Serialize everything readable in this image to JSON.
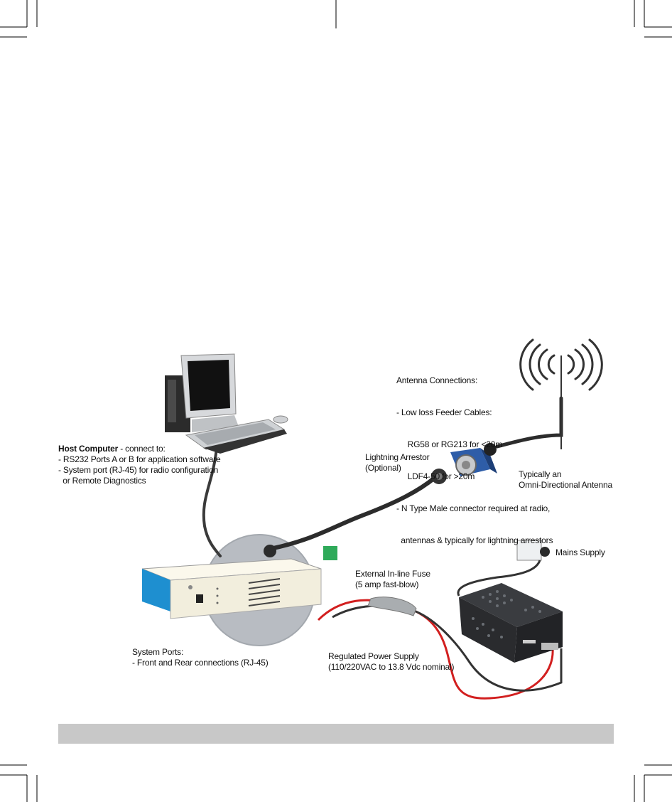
{
  "host_computer": {
    "title": "Host Computer",
    "title_suffix": " - connect to:",
    "lines": [
      "- RS232 Ports A or B for application software",
      "- System port (RJ-45) for radio configuration",
      "  or Remote Diagnostics"
    ]
  },
  "antenna_connections": {
    "lines": [
      "Antenna Connections:",
      "- Low loss Feeder Cables:",
      "     RG58 or RG213 for <20m",
      "     LDF4-50 for >20m",
      "- N Type Male connector required at radio,",
      "  antennas & typically for lightning arrestors"
    ]
  },
  "lightning_arrestor": {
    "lines": [
      "Lightning Arrestor",
      "(Optional)"
    ]
  },
  "antenna": {
    "lines": [
      "Typically an",
      "Omni-Directional Antenna"
    ]
  },
  "mains_supply": {
    "label": "Mains Supply"
  },
  "fuse": {
    "lines": [
      "External In-line Fuse",
      "(5 amp fast-blow)"
    ]
  },
  "system_ports": {
    "lines": [
      "System Ports:",
      "- Front and Rear connections (RJ-45)"
    ]
  },
  "power_supply": {
    "lines": [
      "Regulated Power Supply",
      "(110/220VAC to 13.8 Vdc nominal)"
    ]
  },
  "colors": {
    "footer_bar": "#c8c8c8",
    "radio_front_panel": "#1e8fd0",
    "radio_body": "#f2eedd",
    "lens_circle": "#b8bcc2",
    "cable_red": "#d21f1f",
    "cable_dark": "#333333"
  }
}
